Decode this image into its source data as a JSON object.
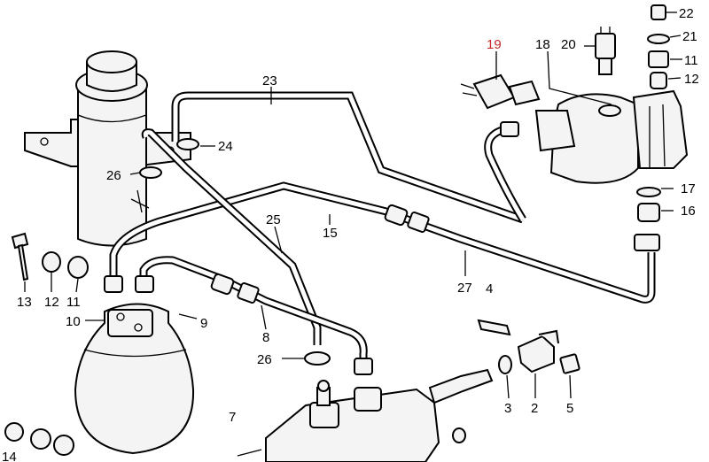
{
  "diagram": {
    "callouts": [
      {
        "key": "c22",
        "text": "22"
      },
      {
        "key": "c21",
        "text": "21"
      },
      {
        "key": "c11a",
        "text": "11"
      },
      {
        "key": "c12a",
        "text": "12"
      },
      {
        "key": "c19",
        "text": "19",
        "highlight": true
      },
      {
        "key": "c18",
        "text": "18"
      },
      {
        "key": "c20",
        "text": "20"
      },
      {
        "key": "c23",
        "text": "23"
      },
      {
        "key": "c24",
        "text": "24"
      },
      {
        "key": "c26a",
        "text": "26"
      },
      {
        "key": "c25",
        "text": "25"
      },
      {
        "key": "c15",
        "text": "15"
      },
      {
        "key": "c17",
        "text": "17"
      },
      {
        "key": "c16",
        "text": "16"
      },
      {
        "key": "c27",
        "text": "27"
      },
      {
        "key": "c4",
        "text": "4"
      },
      {
        "key": "c13",
        "text": "13"
      },
      {
        "key": "c12b",
        "text": "12"
      },
      {
        "key": "c11b",
        "text": "11"
      },
      {
        "key": "c10",
        "text": "10"
      },
      {
        "key": "c9",
        "text": "9"
      },
      {
        "key": "c8",
        "text": "8"
      },
      {
        "key": "c26b",
        "text": "26"
      },
      {
        "key": "c7",
        "text": "7"
      },
      {
        "key": "c3",
        "text": "3"
      },
      {
        "key": "c2",
        "text": "2"
      },
      {
        "key": "c5",
        "text": "5"
      },
      {
        "key": "c14",
        "text": "14"
      }
    ],
    "highlight_color": "#c62828",
    "line_color": "#000000",
    "background": "#ffffff"
  }
}
